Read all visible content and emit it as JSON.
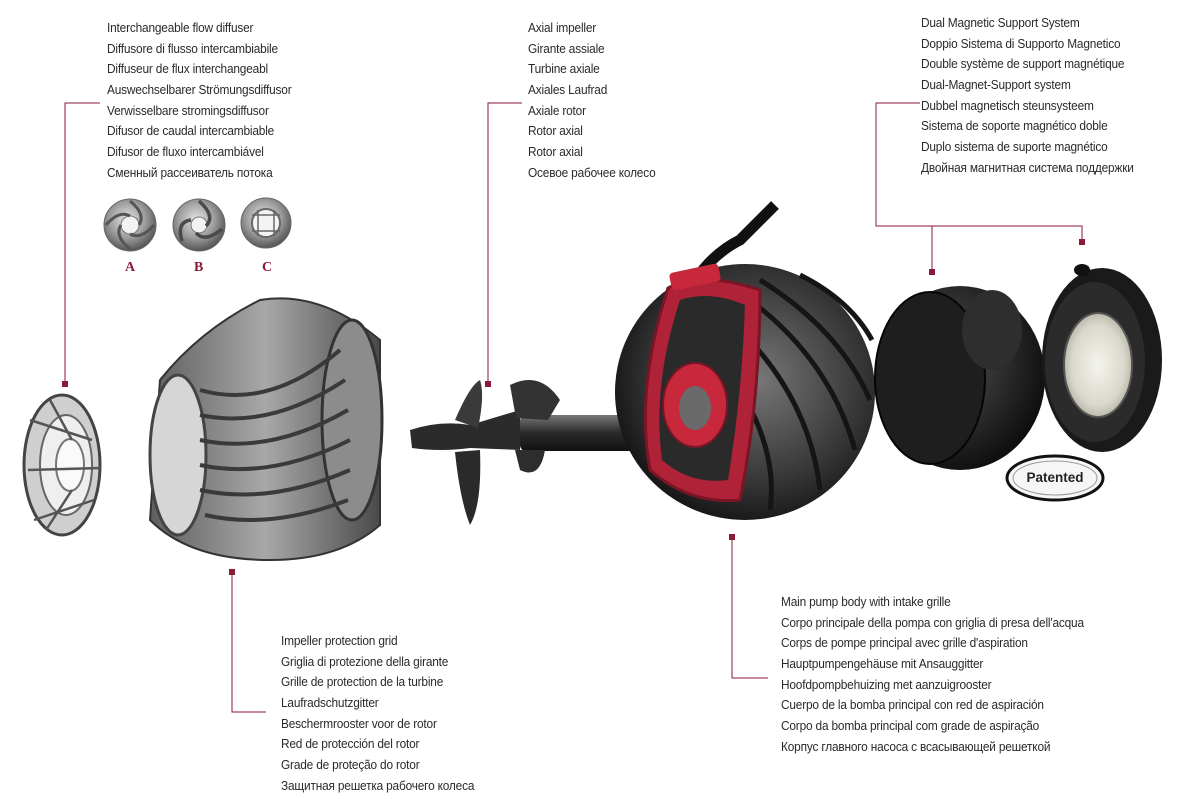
{
  "labels": {
    "flow_diffuser": [
      "Interchangeable flow diffuser",
      "Diffusore di flusso intercambiabile",
      "Diffuseur de flux interchangeabl",
      "Auswechselbarer Strömungsdiffusor",
      "Verwisselbare stromingsdiffusor",
      "Difusor de caudal intercambiable",
      "Difusor de fluxo intercambiável",
      "Сменный рассеиватель потока"
    ],
    "axial_impeller": [
      "Axial impeller",
      "Girante assiale",
      "Turbine axiale",
      "Axiales Laufrad",
      "Axiale rotor",
      "Rotor axial",
      "Rotor axial",
      "Осевое рабочее колесо"
    ],
    "magnetic_support": [
      "Dual Magnetic Support System",
      "Doppio Sistema di Supporto Magnetico",
      "Double système de support magnétique",
      "Dual-Magnet-Support system",
      "Dubbel magnetisch steunsysteem",
      "Sistema de soporte magnético doble",
      "Duplo sistema de suporte magnético",
      "Двойная магнитная система поддержки"
    ],
    "protection_grid": [
      "Impeller protection grid",
      "Griglia di protezione della girante",
      "Grille de protection de la turbine",
      "Laufradschutzgitter",
      "Beschermrooster voor de rotor",
      "Red de protección del rotor",
      "Grade de proteção do rotor",
      "Защитная решетка рабочего колеса"
    ],
    "pump_body": [
      "Main pump body with intake grille",
      "Corpo principale della pompa con griglia di presa dell'acqua",
      "Corps de pompe principal avec grille d'aspiration",
      "Hauptpumpengehäuse mit Ansauggitter",
      "Hoofdpompbehuizing met aanzuigrooster",
      "Cuerpo de la bomba principal con red de aspiración",
      "Corpo da bomba principal com grade de aspiração",
      "Корпус главного насоса с всасывающей решеткой"
    ]
  },
  "diffuser_variants": [
    "A",
    "B",
    "C"
  ],
  "badge": "Patented",
  "colors": {
    "accent": "#8a1a35",
    "pump_red": "#c8283c",
    "text": "#2a2a2a"
  }
}
